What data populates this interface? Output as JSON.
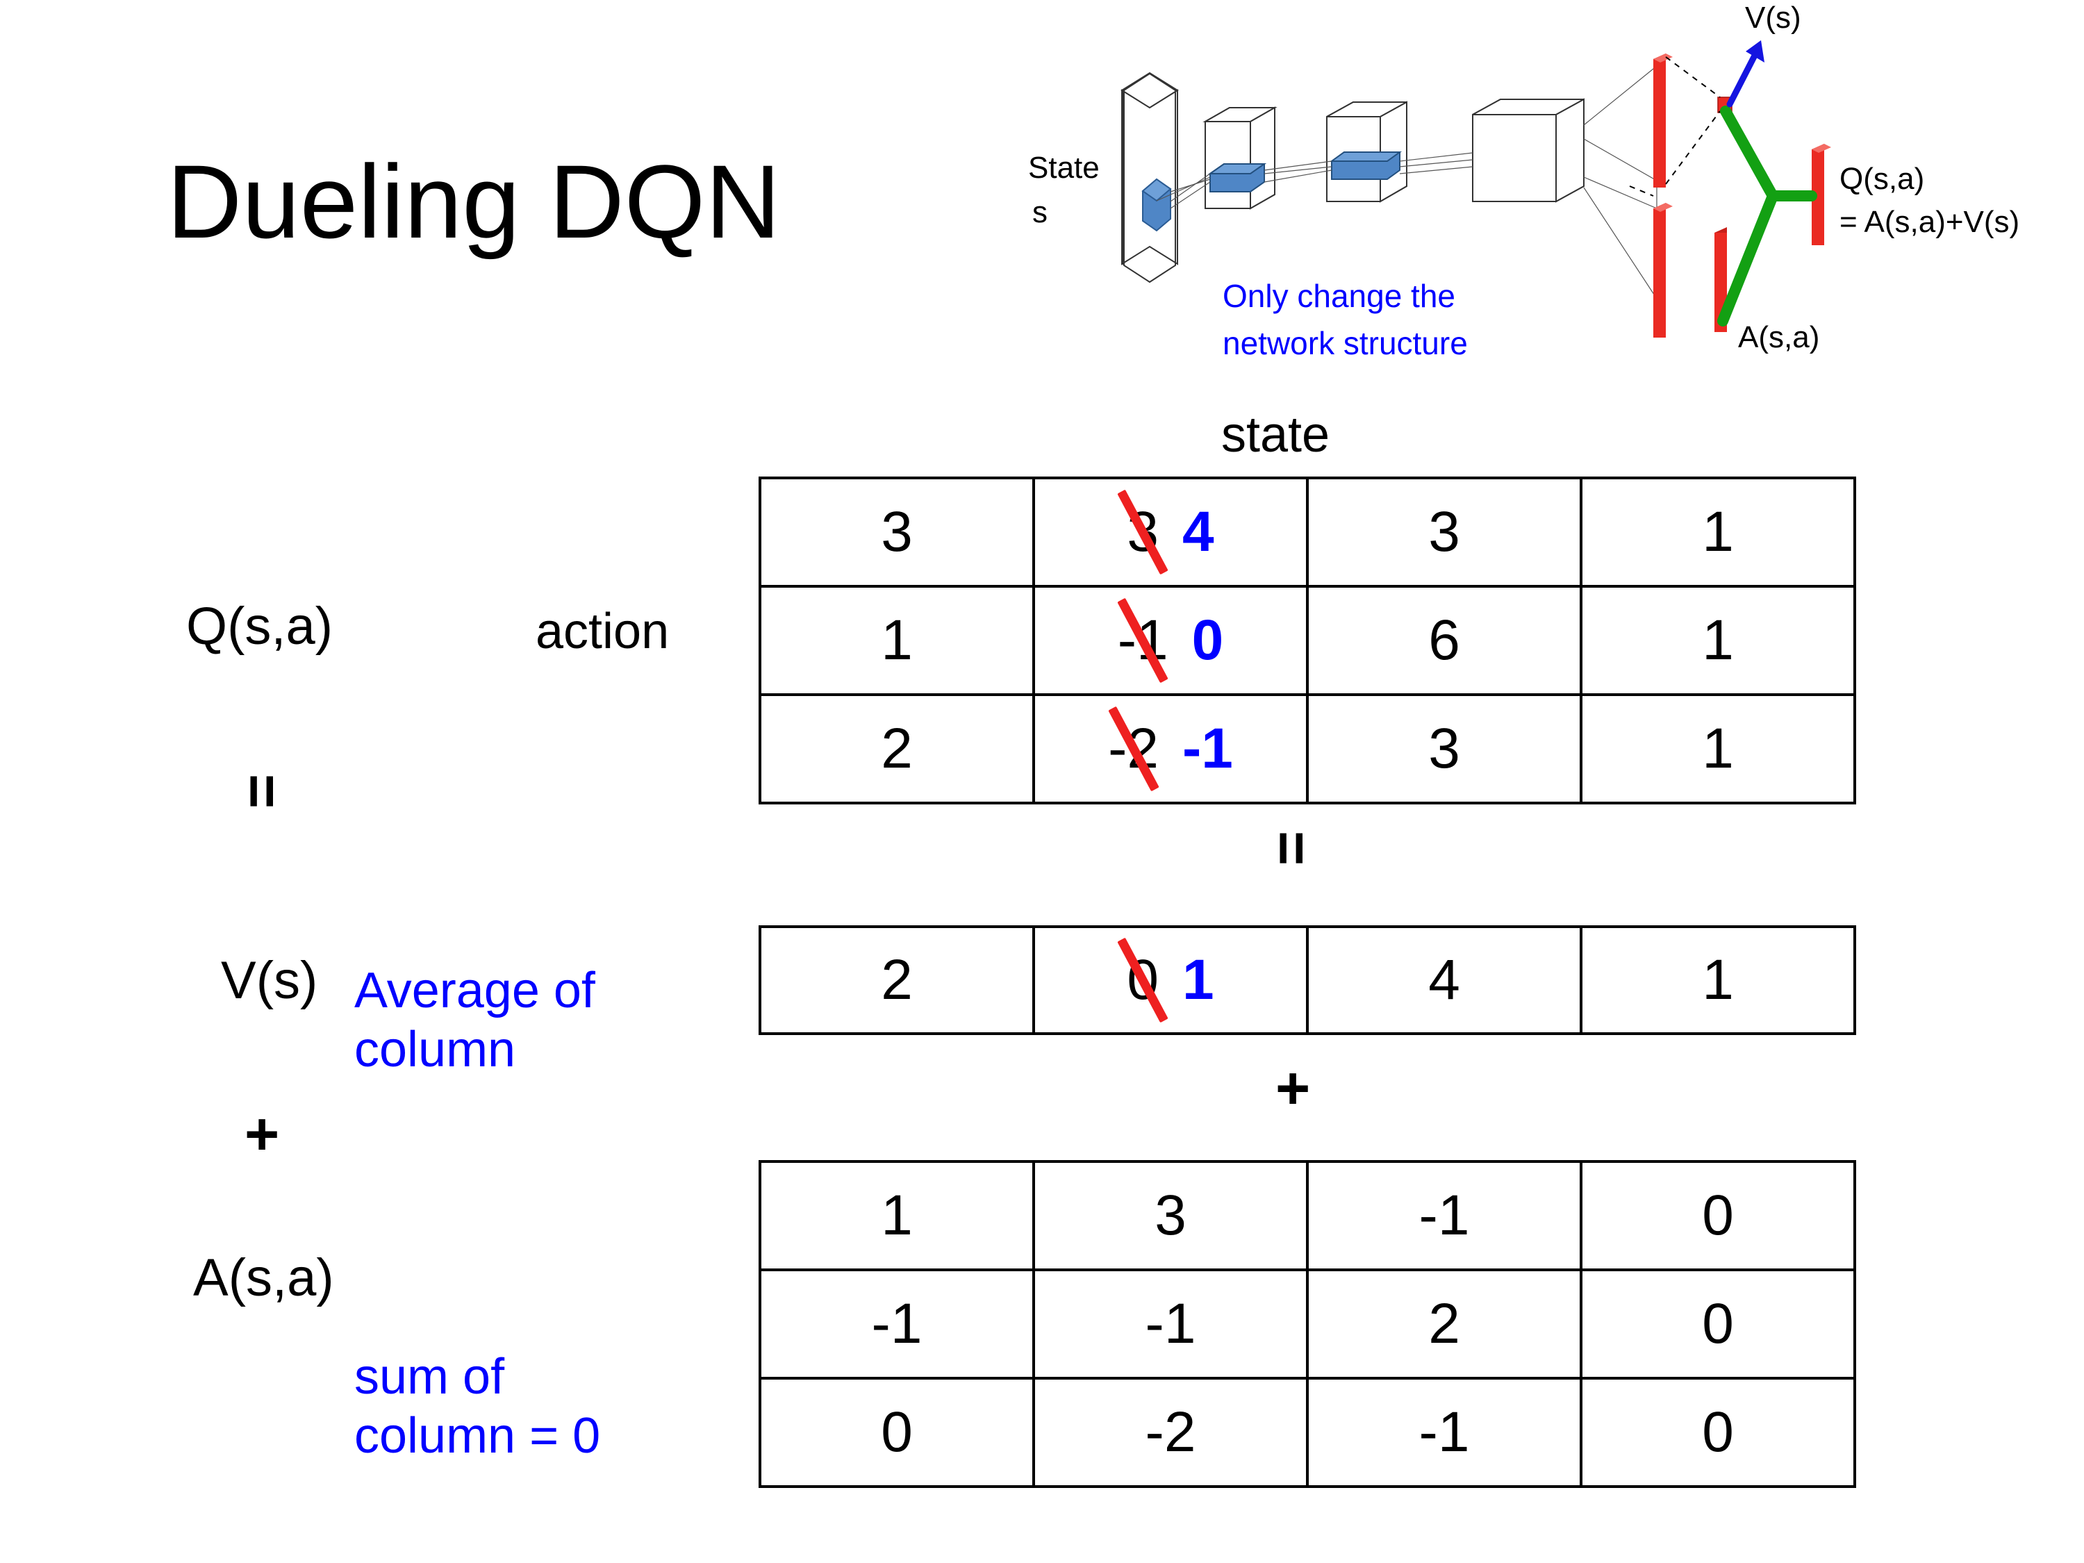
{
  "slide": {
    "title": "Dueling DQN",
    "background": "#ffffff"
  },
  "colors": {
    "blue": "#0000ff",
    "red_strike": "#ee2020",
    "black": "#000000",
    "diagram_red": "#e8271c",
    "diagram_green": "#13a013",
    "diagram_blue_box": "#4f86c6"
  },
  "diagram": {
    "input_label_line1": "State",
    "input_label_line2": "s",
    "value_output": "V(s)",
    "advantage_output": "A(s,a)",
    "q_output_line1": "Q(s,a)",
    "q_output_line2": "= A(s,a)+V(s)",
    "note_line1": "Only change the",
    "note_line2": "network structure"
  },
  "headers": {
    "state": "state",
    "action": "action"
  },
  "labels": {
    "q_label": "Q(s,a)",
    "v_label": "V(s)",
    "a_label": "A(s,a)",
    "equals": "=",
    "plus": "+"
  },
  "notes": {
    "average_line1": "Average of",
    "average_line2": "column",
    "sum_line1": "sum of",
    "sum_line2": "column = 0"
  },
  "operators": {
    "between_q_and_v": "=",
    "between_v_and_a": "+"
  },
  "chart_data": {
    "type": "table",
    "title": "Dueling DQN decomposition Q(s,a) = V(s) + A(s,a)",
    "xlabel": "state",
    "ylabel": "action",
    "tables": [
      {
        "name": "Q(s,a)",
        "rows": 3,
        "cols": 4,
        "values": [
          [
            "3",
            "3",
            "3",
            "1"
          ],
          [
            "1",
            "-1",
            "6",
            "1"
          ],
          [
            "2",
            "-2",
            "3",
            "1"
          ]
        ],
        "edits": [
          {
            "row": 0,
            "col": 1,
            "old": "3",
            "new": "4"
          },
          {
            "row": 1,
            "col": 1,
            "old": "-1",
            "new": "0"
          },
          {
            "row": 2,
            "col": 1,
            "old": "-2",
            "new": "-1"
          }
        ]
      },
      {
        "name": "V(s)",
        "rows": 1,
        "cols": 4,
        "values": [
          [
            "2",
            "0",
            "4",
            "1"
          ]
        ],
        "edits": [
          {
            "row": 0,
            "col": 1,
            "old": "0",
            "new": "1"
          }
        ]
      },
      {
        "name": "A(s,a)",
        "rows": 3,
        "cols": 4,
        "values": [
          [
            "1",
            "3",
            "-1",
            "0"
          ],
          [
            "-1",
            "-1",
            "2",
            "0"
          ],
          [
            "0",
            "-2",
            "-1",
            "0"
          ]
        ],
        "edits": []
      }
    ]
  }
}
